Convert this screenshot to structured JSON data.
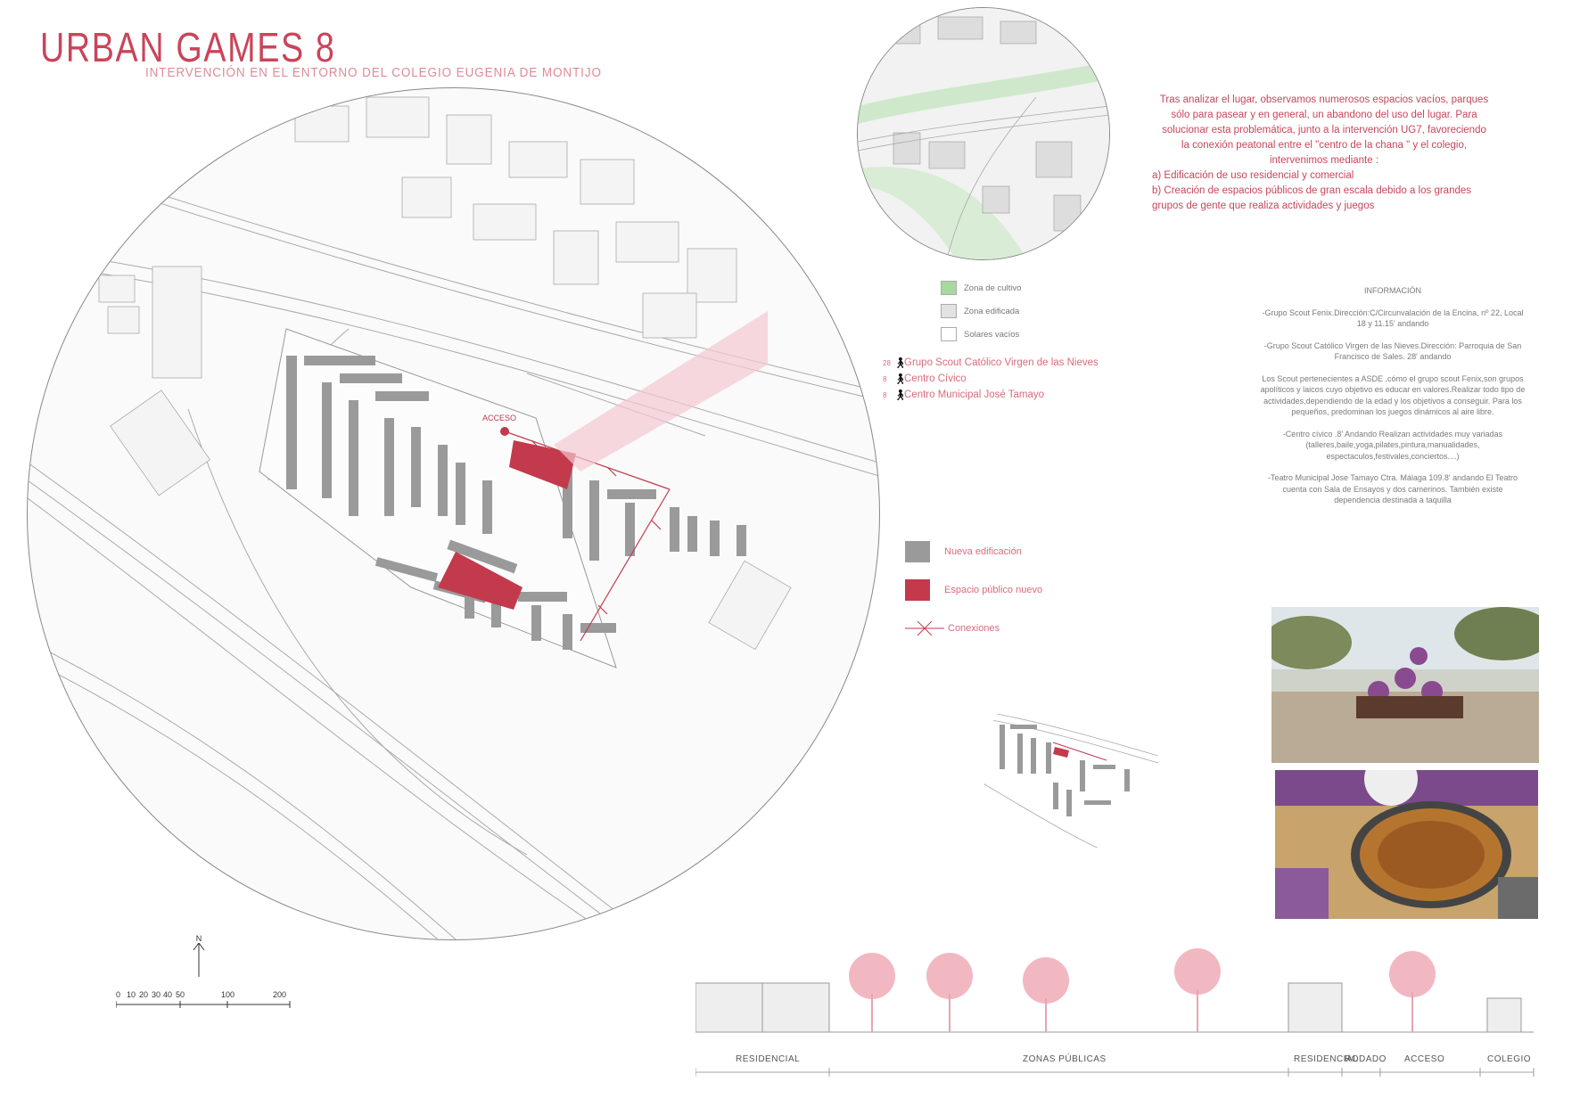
{
  "header": {
    "title": "URBAN GAMES 8",
    "subtitle": "INTERVENCIÓN EN EL ENTORNO DEL COLEGIO EUGENIA DE MONTIJO"
  },
  "intro": {
    "paragraph": "Tras analizar el lugar, observamos numerosos espacios vacíos, parques sólo para pasear y en general, un abandono del uso del lugar. Para solucionar esta problemática, junto a la intervención UG7, favoreciendo la conexión peatonal entre el \"centro de la  chana \" y el colegio, intervenimos mediante :",
    "option_a": "a) Edificación de uso residencial y comercial",
    "option_b": "b) Creación de espacios públicos de gran escala debido a los grandes grupos de gente que realiza actividades y juegos"
  },
  "legend_site": {
    "items": [
      {
        "label": "Zona de cultivo",
        "color": "#a8d8a0"
      },
      {
        "label": "Zona edificada",
        "color": "#e2e2e2"
      },
      {
        "label": "Solares vacíos",
        "color": "#ffffff"
      }
    ]
  },
  "info": {
    "heading": "INFORMACIÓN",
    "p1": "-Grupo Scout Fenix.Dirección:C/Circunvalación de la Encina, nº 22, Local 18 y 11.15' andando",
    "p2": "-Grupo Scout Católico Virgen de las Nieves.Dirección: Parroquia de San Francisco de Sales. 28' andando",
    "p3": "Los Scout pertenecientes a ASDE ,cómo el grupo scout Fenix,son grupos apolíticos y laicos cuyo objetivo es educar en valores.Realizar todo tipo de actividades,dependiendo de la edad y los objetivos a conseguir. Para los pequeños, predominan los juegos dinámicos al aire libre.",
    "p4": "-Centro cívico .8' Andando Realizan actividades muy variadas (talleres,baile,yoga,pilates,pintura,manualidades, espectaculos,festivales,conciertos....)",
    "p5": "-Teatro Municipal Jose Tamayo Ctra. Málaga 109.8' andando El Teatro cuenta con Sala de Ensayos y dos camerinos. También existe dependencia destinada a taquilla"
  },
  "poi": {
    "items": [
      {
        "minutes": "28",
        "label": "Grupo Scout Católico Virgen de las Nieves"
      },
      {
        "minutes": "8",
        "label": "Centro Cívico"
      },
      {
        "minutes": "8",
        "label": "Centro Municipal José Tamayo"
      }
    ]
  },
  "legend_plan": {
    "items": [
      {
        "label": "Nueva edificación",
        "color": "#9a9a9a"
      },
      {
        "label": "Espacio público nuevo",
        "color": "#c23a4c"
      },
      {
        "label": "Conexiones",
        "color": "#c23a4c"
      }
    ]
  },
  "map": {
    "access_label": "ACCESO"
  },
  "north": {
    "label": "N"
  },
  "scale": {
    "ticks": [
      "0",
      "10",
      "20",
      "30",
      "40",
      "50",
      "100",
      "200"
    ]
  },
  "section": {
    "labels": [
      "RESIDENCIAL",
      "ZONAS PÚBLICAS",
      "RESIDENCIAL",
      "RODADO",
      "ACCESO",
      "COLEGIO"
    ]
  },
  "colors": {
    "accent": "#c9455a",
    "building": "#9a9a9a",
    "public_space": "#c23a4c",
    "tree": "#f2b8c2"
  }
}
